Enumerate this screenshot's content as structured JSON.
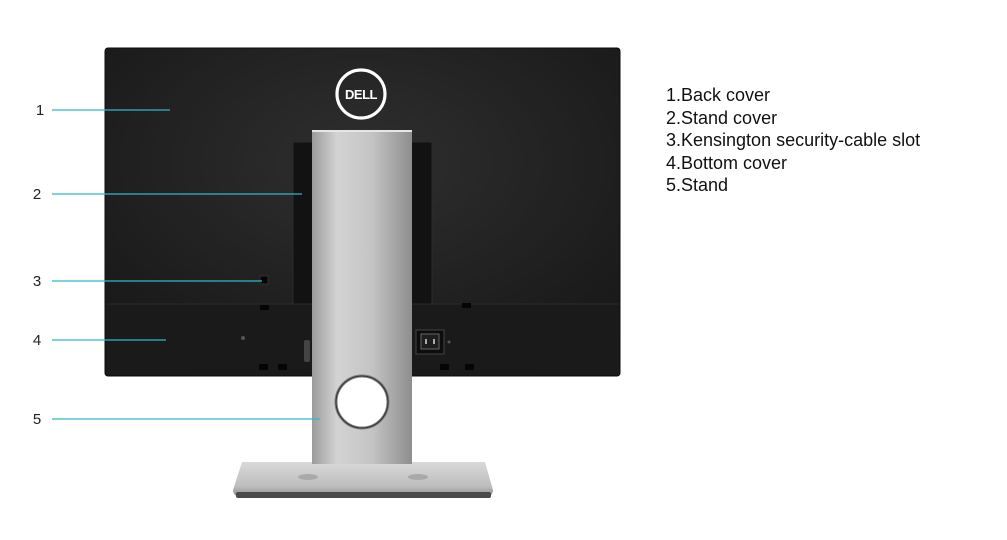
{
  "brand": {
    "logo_text": "DELL",
    "leader_color": "#2eb8c9"
  },
  "callouts": [
    {
      "number": "1"
    },
    {
      "number": "2"
    },
    {
      "number": "3"
    },
    {
      "number": "4"
    },
    {
      "number": "5"
    }
  ],
  "legend": {
    "items": [
      {
        "label": "1.Back cover"
      },
      {
        "label": "2.Stand cover"
      },
      {
        "label": "3.Kensington security-cable slot"
      },
      {
        "label": "4.Bottom cover"
      },
      {
        "label": "5.Stand"
      }
    ]
  }
}
